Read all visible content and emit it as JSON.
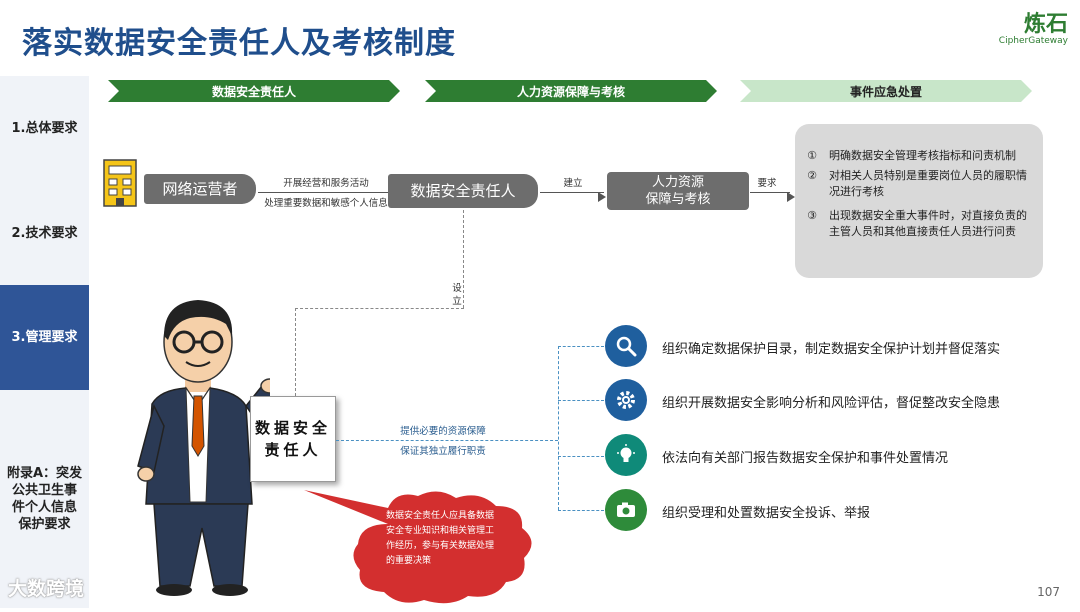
{
  "title": "落实数据安全责任人及考核制度",
  "logo": {
    "cn": "炼石",
    "en": "CipherGateway"
  },
  "sidebar": {
    "items": [
      {
        "label": "1.总体要求"
      },
      {
        "label": "2.技术要求"
      },
      {
        "label": "3.管理要求"
      },
      {
        "label": "附录A：突发公共卫生事件个人信息保护要求"
      }
    ]
  },
  "phases": [
    {
      "label": "数据安全责任人",
      "color": "#2e7d32"
    },
    {
      "label": "人力资源保障与考核",
      "color": "#2e7d32"
    },
    {
      "label": "事件应急处置",
      "color": "#c8e6c9"
    }
  ],
  "flow": {
    "operator": "网络运营者",
    "edge1_top": "开展经营和服务活动",
    "edge1_bottom": "处理重要数据和敏感个人信息",
    "responsible": "数据安全责任人",
    "edge2": "建立",
    "hr": "人力资源\n保障与考核",
    "edge3": "要求",
    "setup": "设立"
  },
  "requirements": [
    {
      "num": "①",
      "text": "明确数据安全管理考核指标和问责机制"
    },
    {
      "num": "②",
      "text": "对相关人员特别是重要岗位人员的履职情况进行考核"
    },
    {
      "num": "③",
      "text": "出现数据安全重大事件时，对直接负责的主管人员和其他直接责任人员进行问责"
    }
  ],
  "sign": "数据安全责任人",
  "links": {
    "top": "提供必要的资源保障",
    "bottom": "保证其独立履行职责"
  },
  "actions": [
    {
      "icon": "search-icon",
      "text": "组织确定数据保护目录，制定数据安全保护计划并督促落实"
    },
    {
      "icon": "gear-icon",
      "text": "组织开展数据安全影响分析和风险评估，督促整改安全隐患"
    },
    {
      "icon": "lightbulb-icon",
      "text": "依法向有关部门报告数据安全保护和事件处置情况"
    },
    {
      "icon": "camera-icon",
      "text": "组织受理和处置数据安全投诉、举报"
    }
  ],
  "bubble": "数据安全责任人应具备数据安全专业知识和相关管理工作经历，参与有关数据处理的重要决策",
  "watermark": "大数跨境",
  "page_number": "107",
  "colors": {
    "brand_blue": "#1f4e8c",
    "active_tab": "#2f5597",
    "green_dark": "#2e7d32",
    "teal": "#0f8a79",
    "bubble_red": "#d32f2f"
  }
}
